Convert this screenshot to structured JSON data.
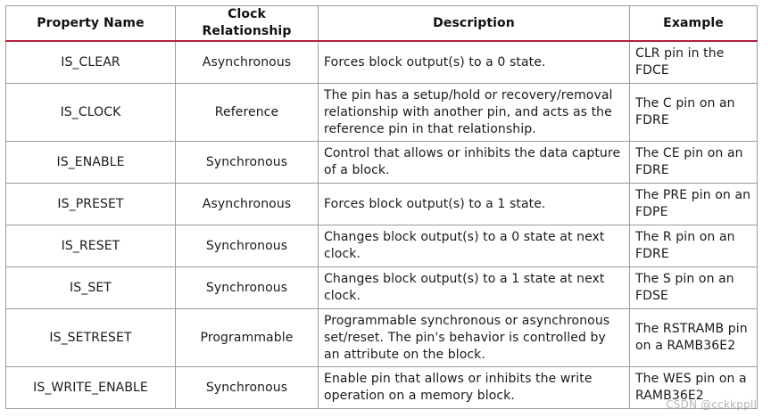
{
  "table": {
    "headers": [
      "Property Name",
      "Clock Relationship",
      "Description",
      "Example"
    ],
    "rows": [
      {
        "property": "IS_CLEAR",
        "clock": "Asynchronous",
        "description": "Forces block output(s) to a 0 state.",
        "example": "CLR pin in the FDCE"
      },
      {
        "property": "IS_CLOCK",
        "clock": "Reference",
        "description": "The pin has a setup/hold or recovery/removal relationship with another pin, and acts as the reference pin in that relationship.",
        "example": "The C pin on an FDRE"
      },
      {
        "property": "IS_ENABLE",
        "clock": "Synchronous",
        "description": "Control that allows or inhibits the data capture of a block.",
        "example": "The CE pin on an FDRE"
      },
      {
        "property": "IS_PRESET",
        "clock": "Asynchronous",
        "description": "Forces block output(s) to a 1 state.",
        "example": "The PRE pin on an FDPE"
      },
      {
        "property": "IS_RESET",
        "clock": "Synchronous",
        "description": "Changes block output(s) to a 0 state at next clock.",
        "example": "The R pin on an FDRE"
      },
      {
        "property": "IS_SET",
        "clock": "Synchronous",
        "description": "Changes block output(s) to a 1 state at next clock.",
        "example": "The S pin on an FDSE"
      },
      {
        "property": "IS_SETRESET",
        "clock": "Programmable",
        "description": "Programmable synchronous or asynchronous set/reset. The pin's behavior is controlled by an attribute on the block.",
        "example": "The RSTRAMB pin on a RAMB36E2"
      },
      {
        "property": "IS_WRITE_ENABLE",
        "clock": "Synchronous",
        "description": "Enable pin that allows or inhibits the write operation on a memory block.",
        "example": "The WES pin on a RAMB36E2"
      }
    ]
  },
  "watermark": "CSDN @cckkppll",
  "colors": {
    "header_rule": "#b0213a",
    "grid": "#9a9a9a"
  }
}
